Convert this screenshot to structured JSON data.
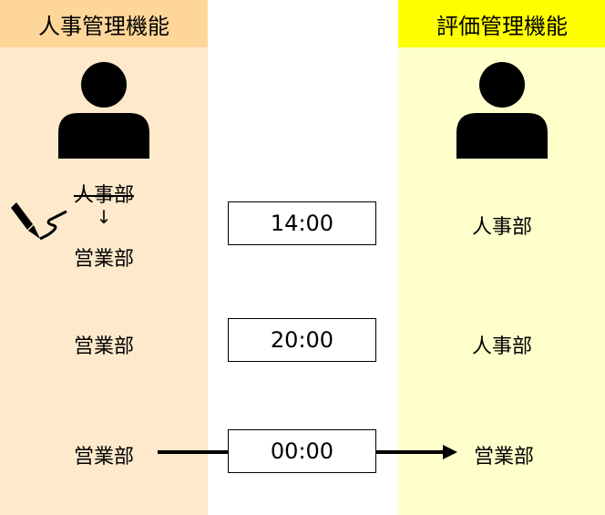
{
  "left": {
    "title": "人事管理機能",
    "old_dept": "人事部",
    "arrow": "↓",
    "new_dept": "営業部",
    "row2": "営業部",
    "row3": "営業部"
  },
  "right": {
    "title": "評価管理機能",
    "row1": "人事部",
    "row2": "人事部",
    "row3": "営業部"
  },
  "times": [
    "14:00",
    "20:00",
    "00:00"
  ],
  "colors": {
    "left_header": "#FFD699",
    "left_body": "#FFE9CC",
    "right_header": "#FFFF00",
    "right_body": "#FFFFCC"
  }
}
